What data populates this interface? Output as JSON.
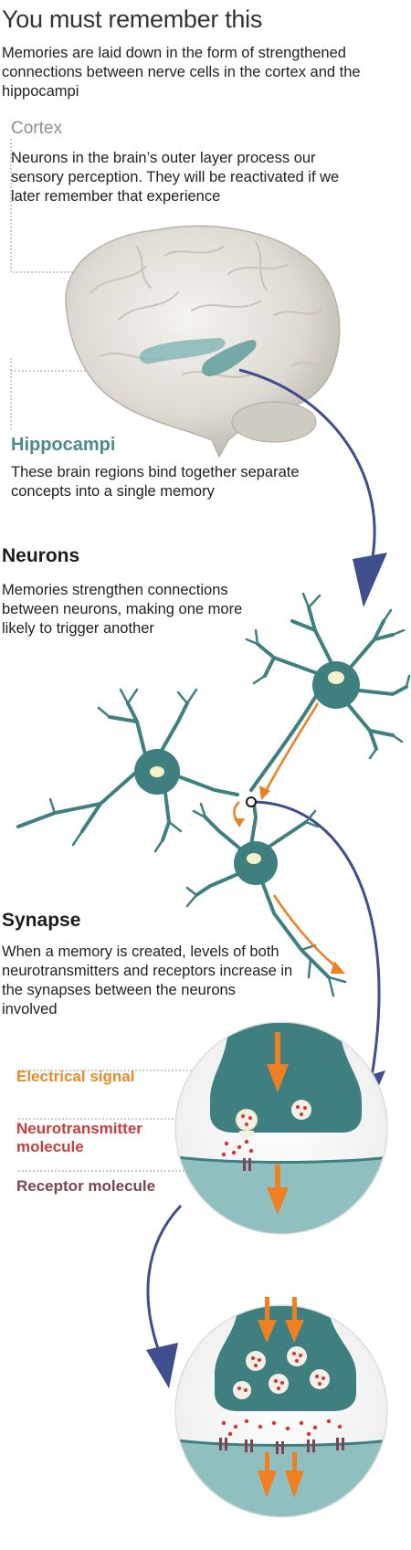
{
  "title": "You must remember this",
  "subtitle": "Memories are laid down in the form of strengthened connections between nerve cells in the cortex and the hippocampi",
  "cortex": {
    "label": "Cortex",
    "text": "Neurons in the brain’s outer layer process our sensory perception. They will be reactivated if we later remember that experience"
  },
  "hippocampi": {
    "label": "Hippocampi",
    "text": "These brain regions bind together separate concepts into a single memory"
  },
  "neurons": {
    "heading": "Neurons",
    "text": "Memories strengthen connections between neurons, making one more likely to trigger another"
  },
  "synapse": {
    "heading": "Synapse",
    "text": "When a memory is created, levels of both neurotransmitters and receptors increase in the synapses between the neurons involved"
  },
  "callouts": {
    "electrical": "Electrical signal",
    "neurotransmitter": "Neurotransmitter molecule",
    "receptor": "Receptor molecule"
  },
  "colors": {
    "teal": "#3f7f80",
    "light_teal": "#8fc0bf",
    "orange": "#f07f22",
    "red": "#d63333",
    "arrow_blue": "#3f4e8c",
    "receptor": "#7a4550",
    "gray_label": "#8f8f8f"
  }
}
